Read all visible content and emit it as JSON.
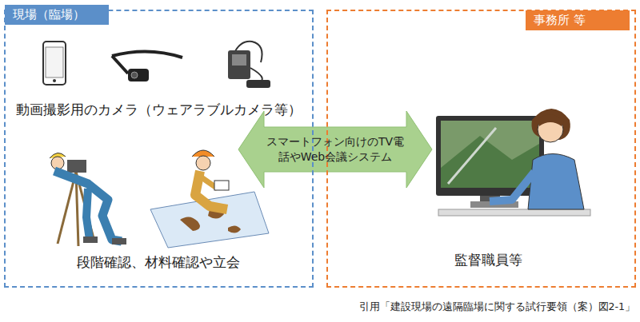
{
  "diagram": {
    "caption": "引用「建設現場の遠隔臨場に関する試行要領（案）図2-1」",
    "nodes": [
      {
        "text": [
          "現場（臨場）"
        ]
      },
      {
        "text": [
          "事務所 等"
        ]
      }
    ],
    "edges": [
      {
        "from": 0,
        "to": 1,
        "arrow": "both",
        "label": "スマートフォン向けのTV電話やWeb会議システム"
      }
    ],
    "labels": [
      "動画撮影用のカメラ（ウェアラブルカメラ等）",
      "段階確認、材料確認や立会",
      "監督職員等"
    ]
  }
}
